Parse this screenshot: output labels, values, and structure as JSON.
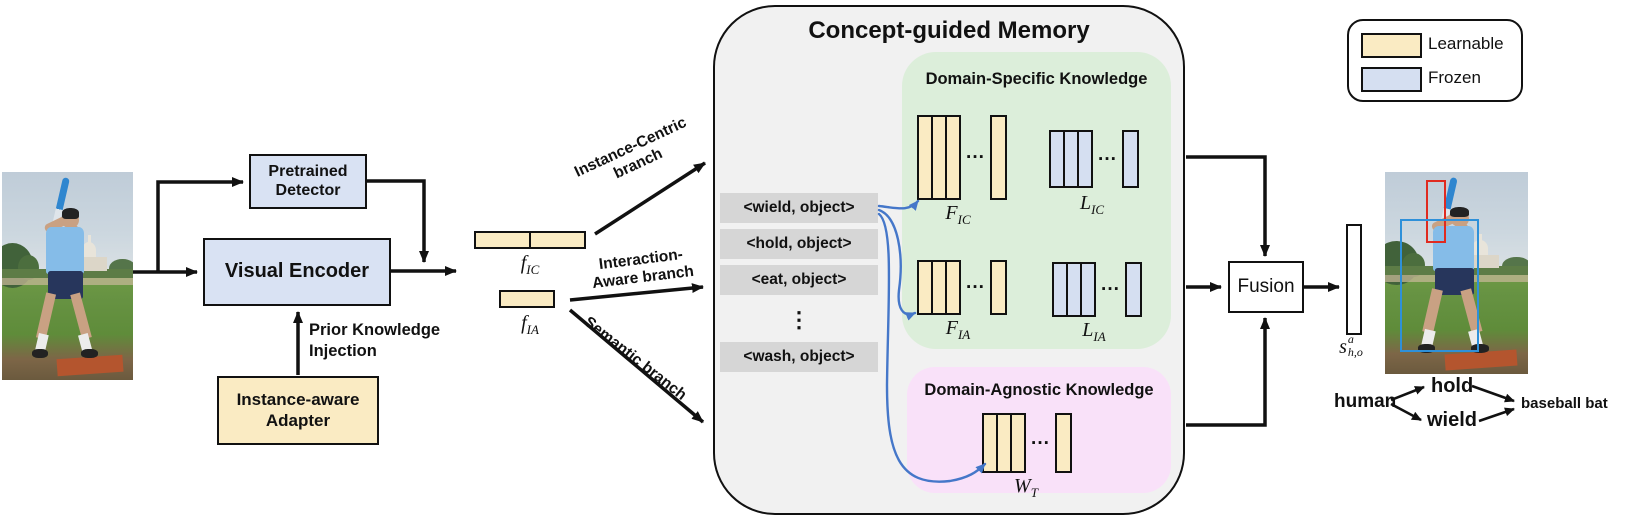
{
  "title": "Concept-guided Memory",
  "legend": {
    "learnable": "Learnable",
    "frozen": "Frozen"
  },
  "pipeline": {
    "detector_line1": "Pretrained",
    "detector_line2": "Detector",
    "visual_encoder": "Visual Encoder",
    "injection_line1": "Prior Knowledge",
    "injection_line2": "Injection",
    "adapter_line1": "Instance-aware",
    "adapter_line2": "Adapter"
  },
  "features": {
    "fic": {
      "base": "f",
      "sub": "IC"
    },
    "fia": {
      "base": "f",
      "sub": "IA"
    }
  },
  "branches": {
    "instance_line1": "Instance-Centric",
    "instance_line2": "branch",
    "interaction_line1": "Interaction-",
    "interaction_line2": "Aware branch",
    "semantic": "Semantic branch"
  },
  "memory": {
    "tags": [
      "<wield, object>",
      "<hold, object>",
      "<eat, object>",
      "<wash, object>"
    ],
    "tags_ellipsis": "⋮",
    "ellipsis": "···",
    "domain_specific_title": "Domain-Specific Knowledge",
    "domain_agnostic_title": "Domain-Agnostic Knowledge",
    "labels": {
      "fic": {
        "base": "F",
        "sub": "IC"
      },
      "lic": {
        "base": "L",
        "sub": "IC"
      },
      "fia": {
        "base": "F",
        "sub": "IA"
      },
      "lia": {
        "base": "L",
        "sub": "IA"
      },
      "wt": {
        "base": "W",
        "sub": "T"
      }
    }
  },
  "fusion_label": "Fusion",
  "score": {
    "base": "s",
    "sup": "a",
    "sub": "h,o"
  },
  "relations": {
    "subject": "human",
    "pred1": "hold",
    "pred2": "wield",
    "object": "baseball bat"
  },
  "colors": {
    "learnable_fill": "#FAEBC3",
    "frozen_fill": "#D5DFF1",
    "module_box_fill": "#D9E2F3",
    "domain_specific_bg": "#DCEEDA",
    "domain_agnostic_bg": "#F9E1F9",
    "memory_bg": "#F1F1F1",
    "tag_bg": "#D6D6D6",
    "concept_arrow_blue": "#4577C9",
    "bbox_red": "#E02B20",
    "bbox_blue": "#2E90D9"
  }
}
